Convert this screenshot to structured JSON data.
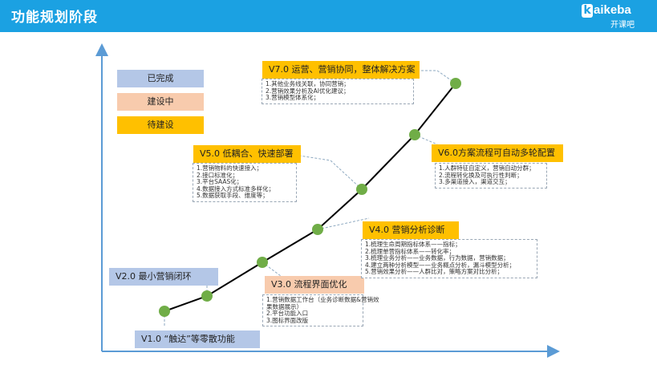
{
  "header": {
    "title": "功能规划阶段",
    "logo_word": "aikeba",
    "logo_letter": "k",
    "logo_cn": "开课吧"
  },
  "legend": [
    {
      "label": "已完成",
      "color": "#b4c7e7"
    },
    {
      "label": "建设中",
      "color": "#f8cbad"
    },
    {
      "label": "待建设",
      "color": "#ffc000"
    }
  ],
  "stages": {
    "v1": {
      "label": "V1.0 “触达”等零散功能",
      "status": "已完成"
    },
    "v2": {
      "label": "V2.0 最小营销闭环",
      "status": "已完成"
    },
    "v3": {
      "label": "V3.0 流程界面优化",
      "status": "建设中",
      "notes": [
        "1.营销数据工作台（业务诊断数据&营销效",
        "果数据展示）",
        "2.平台功能入口",
        "3.图标界面改版"
      ]
    },
    "v4": {
      "label": "V4.0 营销分析诊断",
      "status": "待建设",
      "notes": [
        "1.梳理生命周期指标体系——指标；",
        "2.梳理单营指标体系——转化率；",
        "3.梳理业务分析——业务数据，行为数据，营销数据；",
        "4.建立两种分析模型——业务概点分析，漏斗模型分析；",
        "5.营销效果分析——人群比对，策略方案对比分析；"
      ]
    },
    "v5": {
      "label": "V5.0 低耦合、快速部署",
      "status": "待建设",
      "notes": [
        "1.营销物料的快速接入；",
        "2.接口标准化；",
        "3.平台SAAS化；",
        "4.数据接入方式标准多样化；",
        "5.数据获取手段、维度等；"
      ]
    },
    "v6": {
      "label": "V6.0方案流程可自动多轮配置",
      "status": "待建设",
      "notes": [
        "1.人群特征自定义，营销自动分群；",
        "2.流程转化换及可执行性判断；",
        "3.多渠道接入，渠道交互；"
      ]
    },
    "v7": {
      "label": "V7.0 运营、营销协同，整体解决方案",
      "status": "待建设",
      "notes": [
        "1.其他业务线关联，协同营销；",
        "2.营销效果分析及AI优化建议；",
        "3.营销模型体系化；"
      ]
    }
  },
  "colors": {
    "header": "#1ba1e2",
    "axis": "#5b9bd5",
    "curve": "#000000",
    "node": "#70ad47",
    "connector": "#8ea9c1"
  }
}
